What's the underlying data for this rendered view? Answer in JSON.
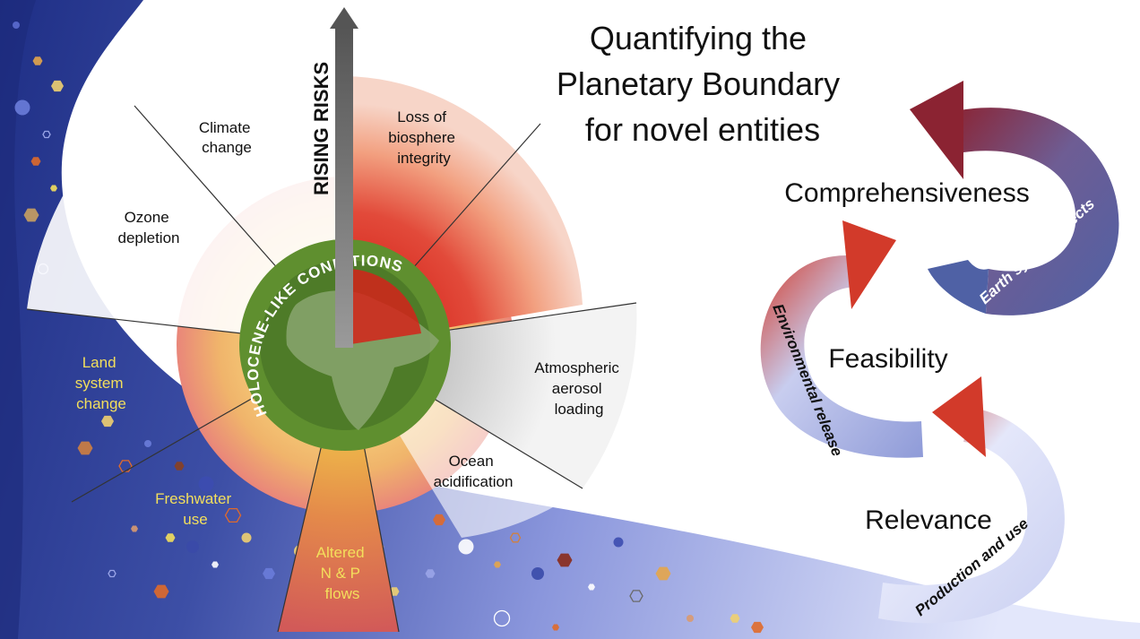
{
  "title": {
    "line1": "Quantifying the",
    "line2": "Planetary Boundary",
    "line3": "for novel entities"
  },
  "arrow_label": "RISING RISKS",
  "ring_label": "HOLOCENE-LIKE CONDITIONS",
  "boundaries": {
    "climate": [
      "Climate",
      "change"
    ],
    "biosphere": [
      "Loss of",
      "biosphere",
      "integrity"
    ],
    "ozone": [
      "Ozone",
      "depletion"
    ],
    "aerosol": [
      "Atmospheric",
      "aerosol",
      "loading"
    ],
    "ocean": [
      "Ocean",
      "acidification"
    ],
    "land": [
      "Land",
      "system",
      "change"
    ],
    "freshwater": [
      "Freshwater",
      "use"
    ],
    "nitrogen": [
      "Altered",
      "N & P",
      "flows"
    ]
  },
  "criteria": {
    "comprehensiveness": "Comprehensiveness",
    "feasibility": "Feasibility",
    "relevance": "Relevance"
  },
  "cycle_labels": {
    "earth": "Earth system effects",
    "environmental": "Environmental release",
    "production": "Production and use"
  },
  "colors": {
    "band_dark": "#2a3b8f",
    "band_light": "#c9d0f4",
    "risk_red": "#d42a1e",
    "safe_green": "#5a8a2c",
    "label_yellow": "#f3df5c",
    "arrow_dark": "#8b2332",
    "arrow_blue": "#5b6aa8"
  }
}
